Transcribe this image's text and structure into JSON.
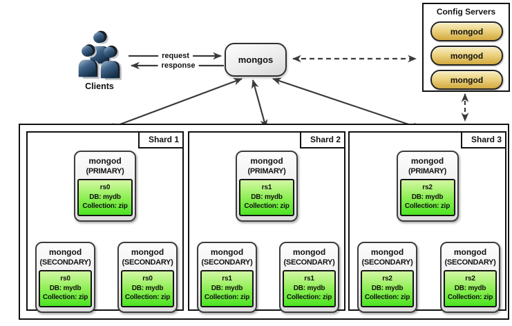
{
  "colors": {
    "arrow": "#3a3a3a",
    "node_border": "#3c3c3c",
    "green_top": "#d3f7a4",
    "green_bottom": "#4ce422",
    "gold_top": "#f8eec5",
    "gold_bottom": "#d2a940",
    "client_blue": "#2c4a66"
  },
  "clients": {
    "label": "Clients",
    "icon": "people-group-icon"
  },
  "links": {
    "request_label": "request",
    "response_label": "response"
  },
  "mongos": {
    "label": "mongos"
  },
  "config_servers": {
    "title": "Config Servers",
    "nodes": [
      "mongod",
      "mongod",
      "mongod"
    ]
  },
  "shards": [
    {
      "title": "Shard 1",
      "primary": {
        "name": "mongod",
        "role": "(PRIMARY)",
        "replica_set": "rs0",
        "db": "DB: mydb",
        "collection": "Collection: zip"
      },
      "secondaries": [
        {
          "name": "mongod",
          "role": "(SECONDARY)",
          "replica_set": "rs0",
          "db": "DB: mydb",
          "collection": "Collection: zip"
        },
        {
          "name": "mongod",
          "role": "(SECONDARY)",
          "replica_set": "rs0",
          "db": "DB: mydb",
          "collection": "Collection: zip"
        }
      ]
    },
    {
      "title": "Shard 2",
      "primary": {
        "name": "mongod",
        "role": "(PRIMARY)",
        "replica_set": "rs1",
        "db": "DB: mydb",
        "collection": "Collection: zip"
      },
      "secondaries": [
        {
          "name": "mongod",
          "role": "(SECONDARY)",
          "replica_set": "rs1",
          "db": "DB: mydb",
          "collection": "Collection: zip"
        },
        {
          "name": "mongod",
          "role": "(SECONDARY)",
          "replica_set": "rs1",
          "db": "DB: mydb",
          "collection": "Collection: zip"
        }
      ]
    },
    {
      "title": "Shard 3",
      "primary": {
        "name": "mongod",
        "role": "(PRIMARY)",
        "replica_set": "rs2",
        "db": "DB: mydb",
        "collection": "Collection: zip"
      },
      "secondaries": [
        {
          "name": "mongod",
          "role": "(SECONDARY)",
          "replica_set": "rs2",
          "db": "DB: mydb",
          "collection": "Collection: zip"
        },
        {
          "name": "mongod",
          "role": "(SECONDARY)",
          "replica_set": "rs2",
          "db": "DB: mydb",
          "collection": "Collection: zip"
        }
      ]
    }
  ]
}
